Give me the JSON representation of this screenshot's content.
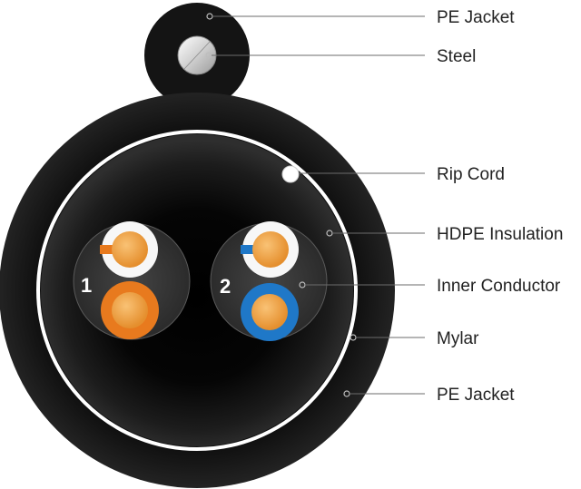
{
  "diagram": {
    "labels": {
      "messenger_jacket": "PE Jacket",
      "steel": "Steel",
      "rip_cord": "Rip Cord",
      "hdpe_insulation": "HDPE Insulation",
      "inner_conductor": "Inner Conductor",
      "mylar": "Mylar",
      "outer_jacket": "PE Jacket"
    },
    "pairs": [
      {
        "number": "1",
        "color": "orange"
      },
      {
        "number": "2",
        "color": "blue"
      }
    ]
  },
  "colors": {
    "jacket": "#1a1a1a",
    "core": "#000000",
    "mylar": "#ffffff",
    "steel": "#d9d9d9",
    "pair_group": "#3a3a3a",
    "conductor": "#f0a044",
    "orange_insulation": "#e87a1e",
    "blue_insulation": "#1f78c8",
    "white_insulation": "#f7f7f7",
    "label_text": "#222222",
    "leader_line": "#6b6b6b"
  }
}
